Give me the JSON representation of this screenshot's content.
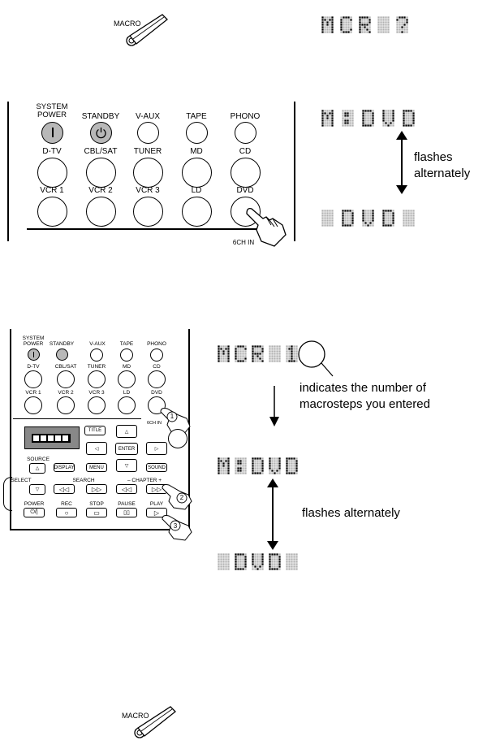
{
  "macro_label": "MACRO",
  "big_panel": {
    "row1": [
      "SYSTEM\nPOWER",
      "STANDBY",
      "V-AUX",
      "TAPE",
      "PHONO"
    ],
    "row2": [
      "D-TV",
      "CBL/SAT",
      "TUNER",
      "MD",
      "CD"
    ],
    "row3": [
      "VCR 1",
      "VCR 2",
      "VCR 3",
      "LD",
      "DVD"
    ],
    "sub_label": "6CH IN"
  },
  "small_remote": {
    "row1": [
      "SYSTEM\nPOWER",
      "STANDBY",
      "V-AUX",
      "TAPE",
      "PHONO"
    ],
    "row2": [
      "D-TV",
      "CBL/SAT",
      "TUNER",
      "MD",
      "CD"
    ],
    "row3": [
      "VCR 1",
      "VCR 2",
      "VCR 3",
      "LD",
      "DVD"
    ],
    "sub_label": "6CH IN",
    "title": "TITLE",
    "enter": "ENTER",
    "source": "SOURCE",
    "display": "DISPLAY",
    "menu": "MENU",
    "sound": "SOUND",
    "select": "SELECT",
    "search": "SEARCH",
    "chapter": "–  CHAPTER  +",
    "power": "POWER",
    "rec": "REC",
    "stop": "STOP",
    "pause": "PAUSE",
    "play": "PLAY",
    "step_marks": [
      "1",
      "2",
      "3"
    ]
  },
  "displays": {
    "top": "MCR ?",
    "step1_a": "M DVD",
    "step1_b": "DVD",
    "step2_top": "MCR 1",
    "step2_a": "M DVD",
    "step2_b": "DVD"
  },
  "notes": {
    "flashes_1": "flashes",
    "alternately_1": "alternately",
    "indicates_1": "indicates the number of",
    "indicates_2": "macrosteps you entered",
    "flashes_alt": "flashes alternately"
  }
}
